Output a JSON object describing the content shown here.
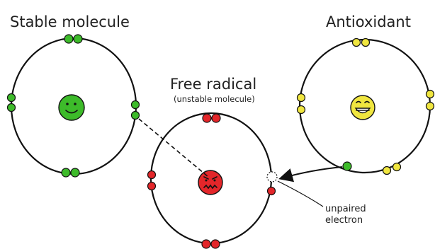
{
  "labels": {
    "stable": "Stable molecule",
    "free_radical": "Free radical",
    "free_radical_sub": "(unstable molecule)",
    "antioxidant": "Antioxidant",
    "unpaired_line1": "unpaired",
    "unpaired_line2": "electron"
  },
  "colors": {
    "stable_green": "#3dbb2a",
    "radical_red": "#e3262a",
    "antioxidant_yellow": "#f0e640",
    "outline": "#111111"
  },
  "molecules": [
    {
      "name": "stable-molecule",
      "face": "smile"
    },
    {
      "name": "free-radical",
      "face": "angry"
    },
    {
      "name": "antioxidant",
      "face": "grin"
    }
  ]
}
